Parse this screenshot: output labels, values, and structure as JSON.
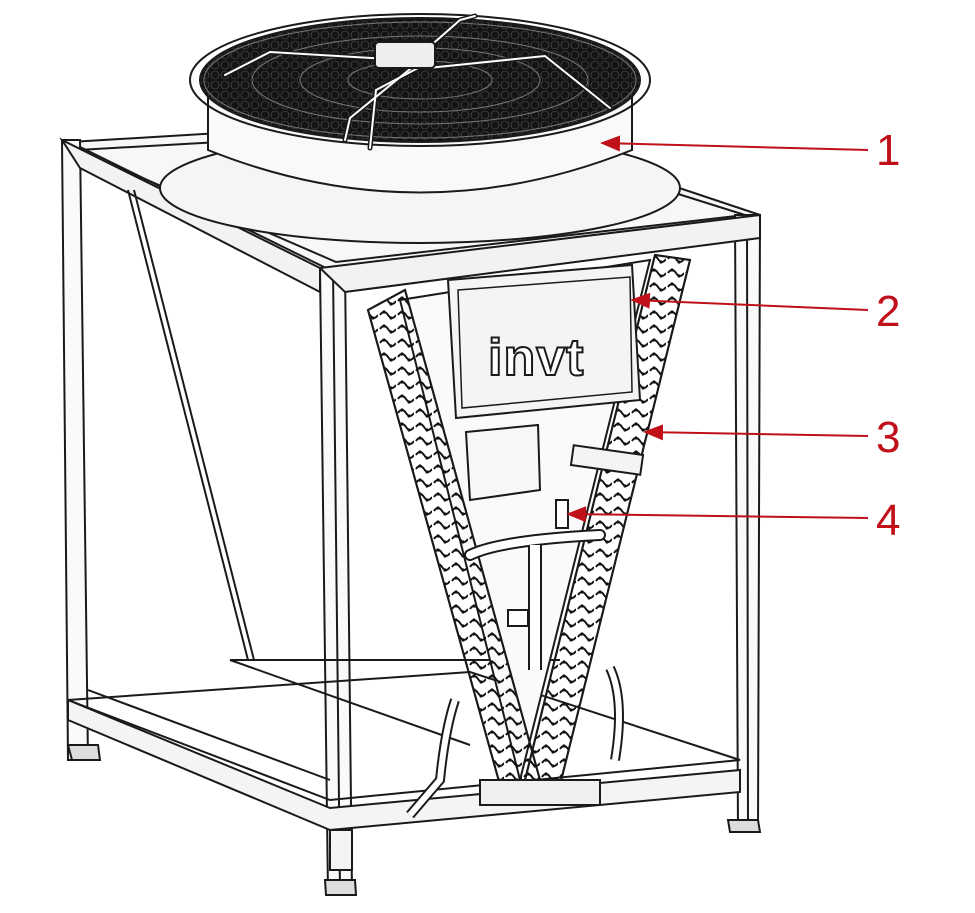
{
  "brand": {
    "text": "invt"
  },
  "callouts": [
    {
      "number": "1"
    },
    {
      "number": "2"
    },
    {
      "number": "3"
    },
    {
      "number": "4"
    }
  ],
  "colors": {
    "line": "#1a1a1a",
    "callout": "#c0111b",
    "fan_fill": "#141414",
    "background": "#ffffff"
  }
}
